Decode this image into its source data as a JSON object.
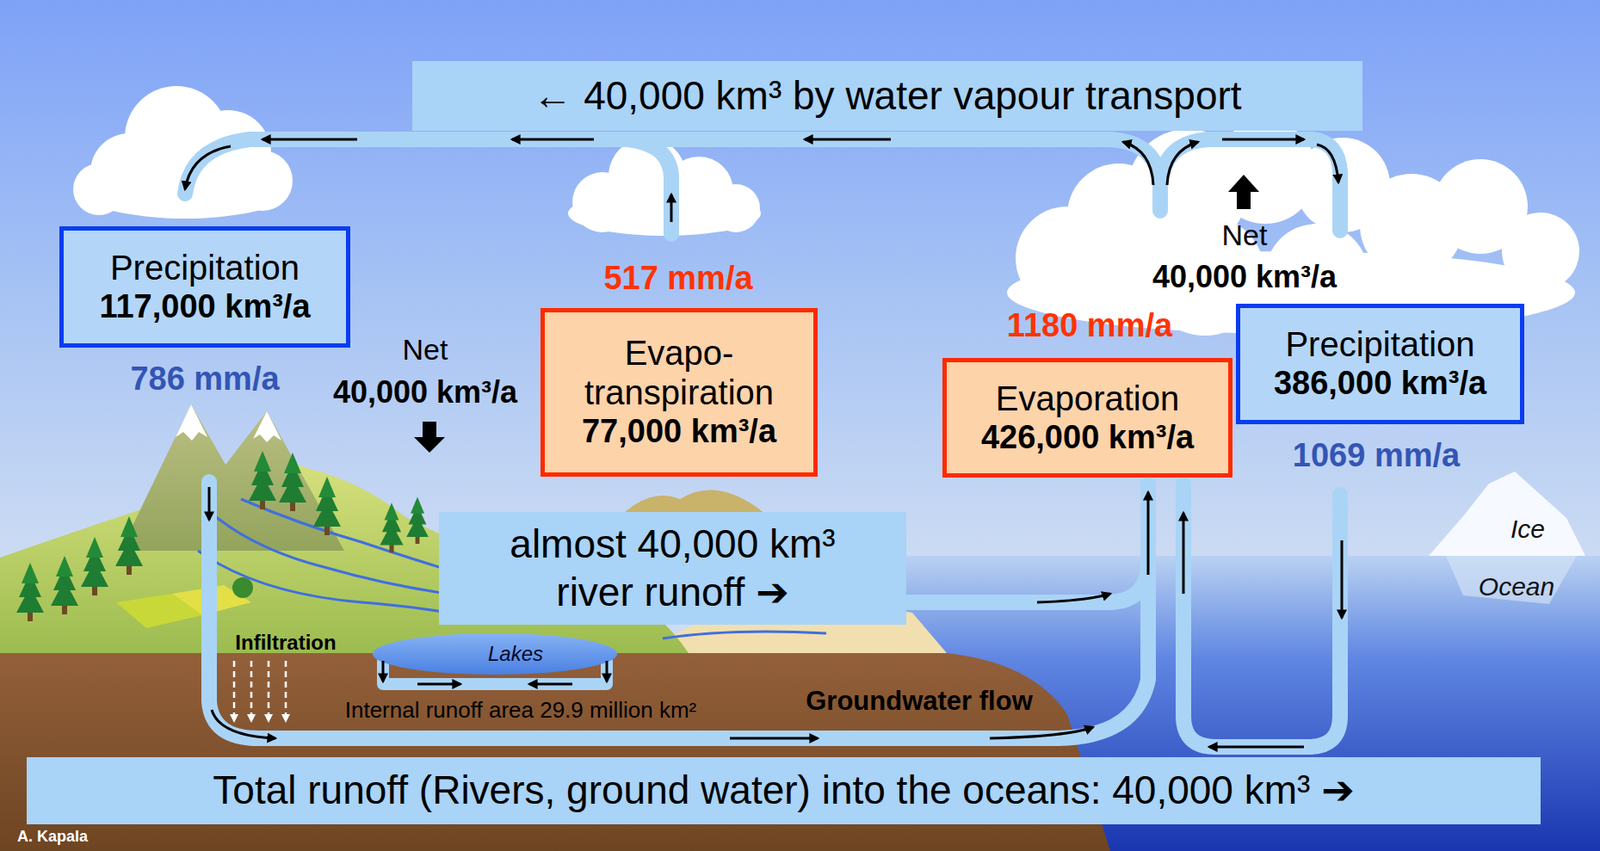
{
  "diagram": {
    "nodes": [
      {
        "text": [
          "← 40,000 km³ by water vapour transport"
        ]
      },
      {
        "text": [
          "Precipitation",
          "117,000 km³/a"
        ]
      },
      {
        "text": [
          "Evapo- transpiration",
          "77,000 km³/a"
        ]
      },
      {
        "text": [
          "Evaporation",
          "426,000 km³/a"
        ]
      },
      {
        "text": [
          "Precipitation",
          "386,000 km³/a"
        ]
      },
      {
        "text": [
          "almost 40,000 km³ river runoff ➔"
        ]
      },
      {
        "text": [
          "Total runoff (Rivers, ground water) into the oceans: 40,000 km³ ➔"
        ]
      }
    ],
    "labels": [
      "786 mm/a",
      "Net",
      "40,000 km³/a",
      "517 mm/a",
      "1180 mm/a",
      "Net",
      "40,000 km³/a",
      "1069 mm/a",
      "Ice",
      "Ocean",
      "Infiltration",
      "Lakes",
      "Internal runoff area 29.9 million km²",
      "Groundwater flow",
      "A. Kapala"
    ]
  }
}
